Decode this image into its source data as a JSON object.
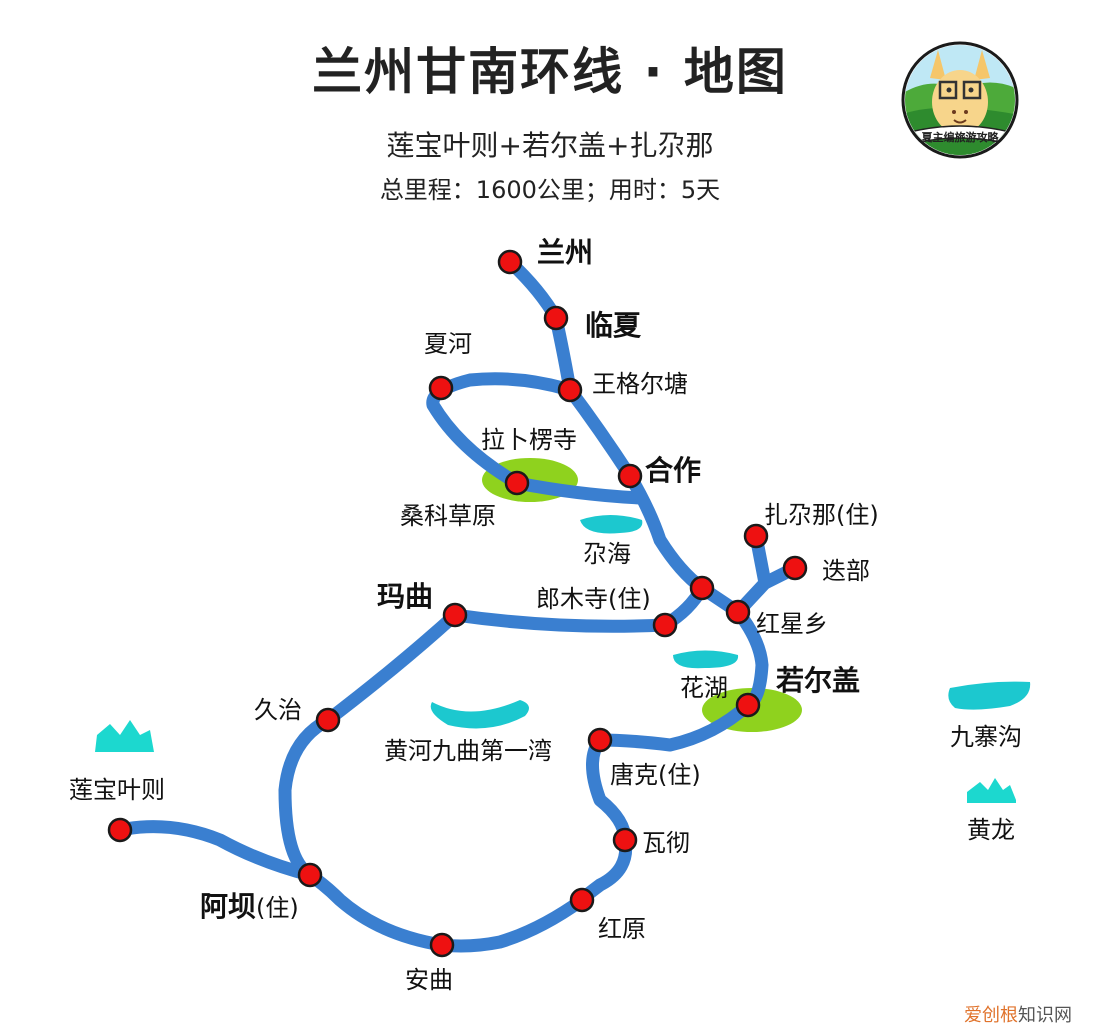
{
  "header": {
    "title": "兰州甘南环线 · 地图",
    "subtitle": "莲宝叶则+若尔盖+扎尕那",
    "stats": "总里程：1600公里；用时：5天"
  },
  "logo": {
    "text": "夏主编旅游攻略",
    "icon": "cartoon-horse-logo"
  },
  "colors": {
    "route": "#3a7fd0",
    "stop": "#ee1111",
    "water": "#1cc8cf",
    "grassland": "#8fd21e"
  },
  "stops": [
    {
      "label": "兰州",
      "bold": true
    },
    {
      "label": "临夏",
      "bold": true
    },
    {
      "label": "夏河"
    },
    {
      "label": "王格尔塘"
    },
    {
      "label": "拉卜楞寺"
    },
    {
      "label": "合作",
      "bold": true
    },
    {
      "label": "桑科草原"
    },
    {
      "label": "扎尕那(住)"
    },
    {
      "label": "迭部"
    },
    {
      "label": "红星乡"
    },
    {
      "label": "郎木寺(住)"
    },
    {
      "label": "玛曲",
      "bold": true
    },
    {
      "label": "若尔盖",
      "bold": true
    },
    {
      "label": "唐克(住)"
    },
    {
      "label": "瓦彻"
    },
    {
      "label": "红原"
    },
    {
      "label": "安曲"
    },
    {
      "label": "阿坝"
    },
    {
      "label": "久治"
    },
    {
      "label": "莲宝叶则"
    }
  ],
  "landmarks": [
    {
      "label": "尕海",
      "type": "lake"
    },
    {
      "label": "花湖",
      "type": "lake"
    },
    {
      "label": "黄河九曲第一湾",
      "type": "river"
    },
    {
      "label": "九寨沟",
      "type": "lake"
    },
    {
      "label": "黄龙",
      "type": "mountain"
    }
  ],
  "aba_suffix": "(住)",
  "watermark": {
    "part1": "爱创根",
    "part2": "知识网"
  }
}
